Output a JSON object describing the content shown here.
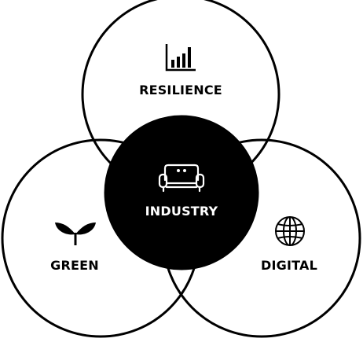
{
  "diagram": {
    "type": "venn",
    "center": {
      "label": "INDUSTRY",
      "icon": "sofa-icon",
      "fill": "#000000",
      "text_color": "#ffffff"
    },
    "circles": [
      {
        "id": "resilience",
        "label": "RESILIENCE",
        "icon": "bar-chart-icon"
      },
      {
        "id": "green",
        "label": "GREEN",
        "icon": "sprout-icon"
      },
      {
        "id": "digital",
        "label": "DIGITAL",
        "icon": "globe-icon"
      }
    ],
    "colors": {
      "stroke": "#000000",
      "background": "#ffffff",
      "text": "#000000"
    }
  }
}
